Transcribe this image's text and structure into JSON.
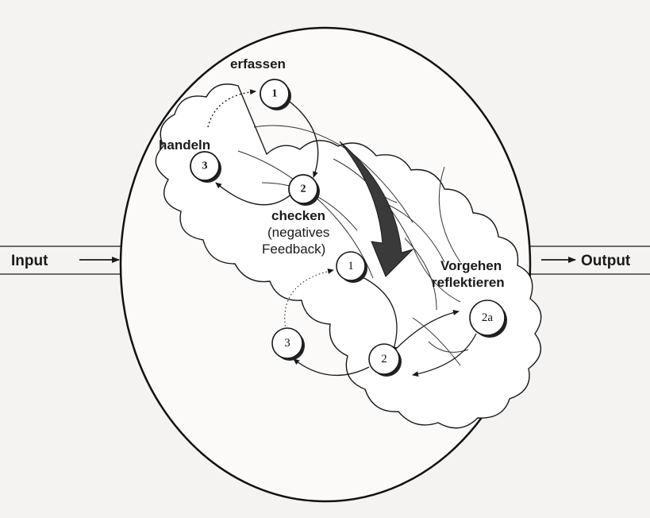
{
  "io": {
    "input": "Input",
    "output": "Output"
  },
  "upper_cycle": {
    "step1": "erfassen",
    "step2_line1": "checken",
    "step2_line2": "(negatives",
    "step2_line3": "Feedback)",
    "step3": "handeln",
    "nodes": [
      "1",
      "2",
      "3"
    ]
  },
  "lower_cycle": {
    "nodes": [
      "1",
      "2",
      "3",
      "2a"
    ],
    "reflect_line1": "Vorgehen",
    "reflect_line2": "reflektieren"
  },
  "colors": {
    "ink": "#1a1a1a",
    "big_arrow": "#3a3a3a",
    "node_fill": "#ffffff",
    "background": "#f4f3f1"
  }
}
